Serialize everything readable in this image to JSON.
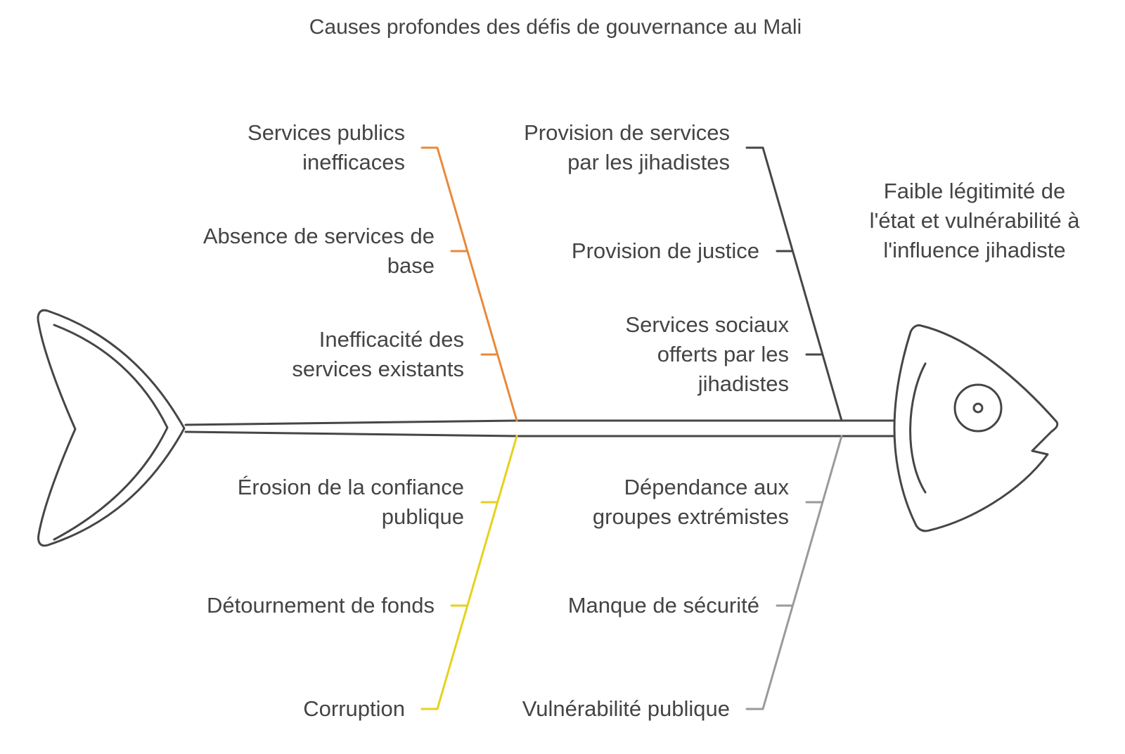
{
  "title": "Causes profondes des défis de gouvernance au Mali",
  "effect": "Faible légitimité de l'état et vulnérabilité à l'influence jihadiste",
  "colors": {
    "orange": "#e8893a",
    "yellow": "#e5d21c",
    "dark": "#464646",
    "gray": "#9a9a9a",
    "text": "#444444"
  },
  "categories": [
    {
      "name": "services-publics",
      "color": "orange",
      "causes": [
        "Services publics inefficaces",
        "Absence de services de base",
        "Inefficacité des services existants"
      ]
    },
    {
      "name": "corruption",
      "color": "yellow",
      "causes": [
        "Érosion de la confiance publique",
        "Détournement de fonds",
        "Corruption"
      ]
    },
    {
      "name": "jihadistes",
      "color": "dark",
      "causes": [
        "Provision de services par les jihadistes",
        "Provision de justice",
        "Services sociaux offerts par les jihadistes"
      ]
    },
    {
      "name": "vulnerabilite",
      "color": "gray",
      "causes": [
        "Dépendance aux groupes extrémistes",
        "Manque de sécurité",
        "Vulnérabilité publique"
      ]
    }
  ]
}
